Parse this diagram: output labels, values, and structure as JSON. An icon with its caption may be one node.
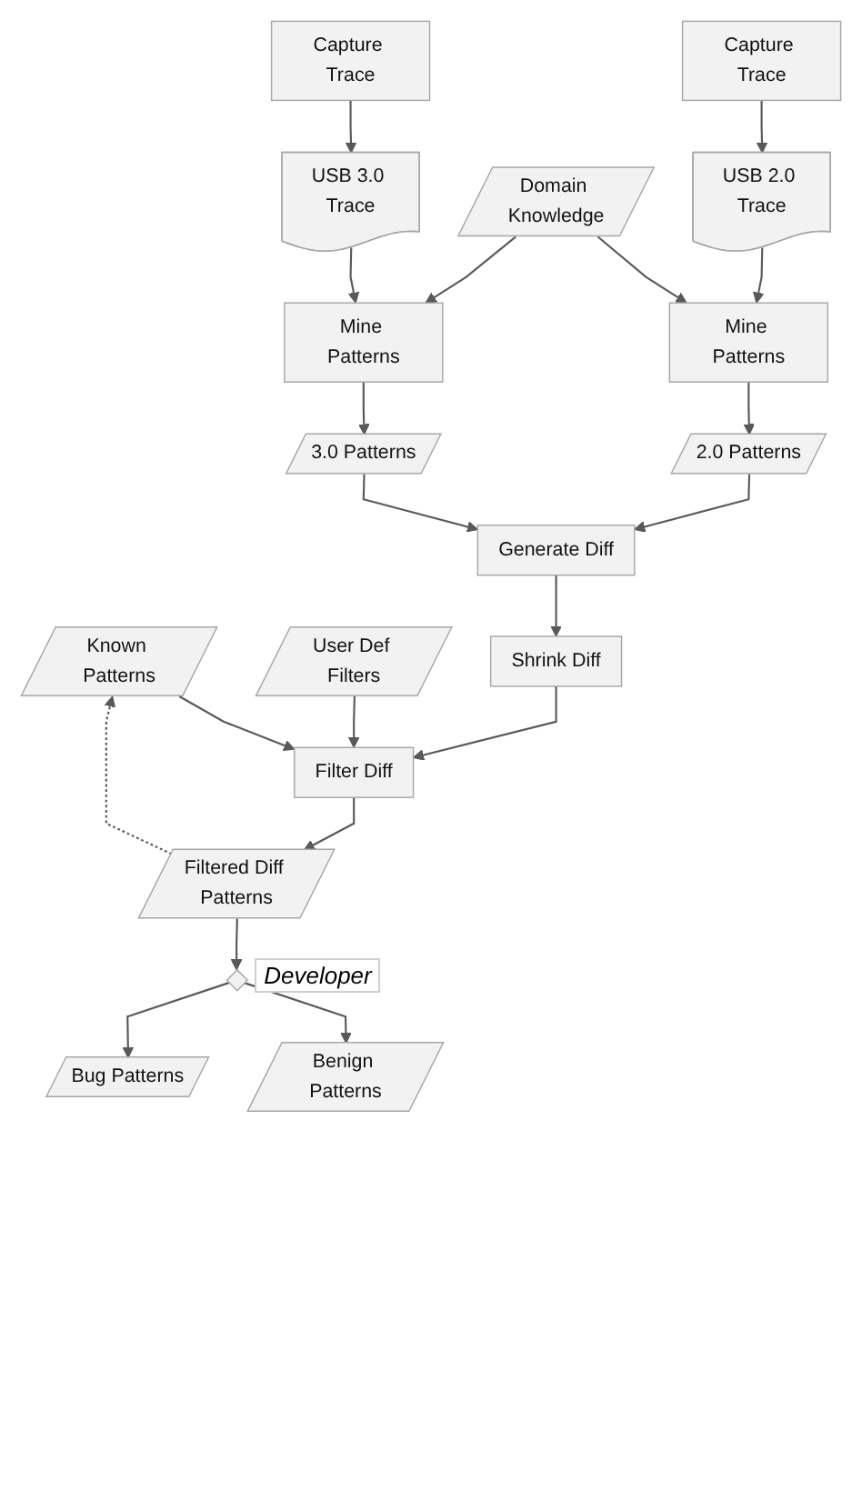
{
  "diagram": {
    "nodes": [
      {
        "text": [
          "Capture Trace"
        ]
      },
      {
        "text": [
          "Capture Trace"
        ]
      },
      {
        "text": [
          "USB 2.0 Trace"
        ]
      },
      {
        "text": [
          "USB 3.0 Trace"
        ]
      },
      {
        "text": [
          "Mine Patterns"
        ]
      },
      {
        "text": [
          "Domain Knowledge"
        ]
      },
      {
        "text": [
          "Mine Patterns"
        ]
      },
      {
        "text": [
          "2.0 Patterns"
        ]
      },
      {
        "text": [
          "3.0 Patterns"
        ]
      },
      {
        "text": [
          "Generate Diff"
        ]
      },
      {
        "text": [
          "Shrink Diff"
        ]
      },
      {
        "text": [
          "Known Patterns"
        ]
      },
      {
        "text": [
          "Filter Diff"
        ]
      },
      {
        "text": [
          "User Def Filters"
        ]
      },
      {
        "text": [
          "Filtered Diff Patterns"
        ]
      },
      {
        "text": [],
        "shape": "diamond",
        "beside": [
          "Developer"
        ]
      },
      {
        "text": [
          "Benign Patterns"
        ]
      },
      {
        "text": [
          "Bug Patterns"
        ]
      }
    ],
    "edges": [
      {
        "from": 0,
        "to": 2,
        "arrow": "to"
      },
      {
        "from": 1,
        "to": 3,
        "arrow": "to"
      },
      {
        "from": 2,
        "to": 4,
        "arrow": "to"
      },
      {
        "from": 3,
        "to": 6,
        "arrow": "to"
      },
      {
        "from": 5,
        "to": 4,
        "arrow": "to"
      },
      {
        "from": 5,
        "to": 6,
        "arrow": "to"
      },
      {
        "from": 4,
        "to": 7,
        "arrow": "to"
      },
      {
        "from": 6,
        "to": 8,
        "arrow": "to"
      },
      {
        "from": 7,
        "to": 9,
        "arrow": "to"
      },
      {
        "from": 8,
        "to": 9,
        "arrow": "to"
      },
      {
        "from": 9,
        "to": 10,
        "arrow": "to"
      },
      {
        "from": 10,
        "to": 12,
        "arrow": "to"
      },
      {
        "from": 11,
        "to": 12,
        "arrow": "to"
      },
      {
        "from": 13,
        "to": 12,
        "arrow": "to"
      },
      {
        "from": 12,
        "to": 14,
        "arrow": "to"
      },
      {
        "from": 14,
        "to": 11,
        "arrow": "to",
        "style": "dashed"
      },
      {
        "from": 14,
        "to": 15,
        "arrow": "to"
      },
      {
        "from": 15,
        "to": 16,
        "arrow": "to"
      },
      {
        "from": 15,
        "to": 17,
        "arrow": "to"
      }
    ]
  }
}
